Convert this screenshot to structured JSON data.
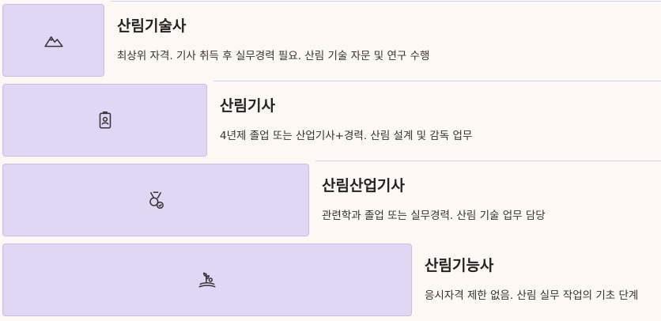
{
  "levels": [
    {
      "icon": "mountain-icon",
      "title": "산림기술사",
      "description": "최상위 자격. 기사 취득 후 실무경력 필요. 산림 기술 자문 및 연구 수행"
    },
    {
      "icon": "id-badge-icon",
      "title": "산림기사",
      "description": "4년제 졸업 또는 산업기사+경력. 산림 설계 및 감독 업무"
    },
    {
      "icon": "medal-check-icon",
      "title": "산림산업기사",
      "description": "관련학과 졸업 또는 실무경력. 산림 기술 업무 담당"
    },
    {
      "icon": "plant-field-icon",
      "title": "산림기능사",
      "description": "응시자격 제한 없음. 산림 실무 작업의 기초 단계"
    }
  ],
  "colors": {
    "tile_fill": "#e0d7f5",
    "tile_border": "#c9bde8",
    "background": "#fdf8f4"
  }
}
